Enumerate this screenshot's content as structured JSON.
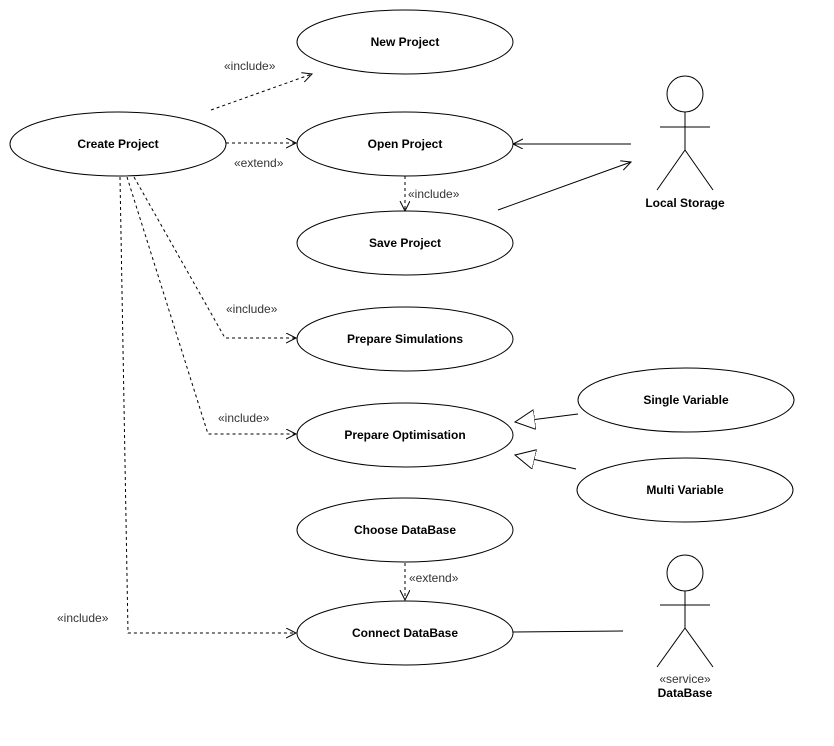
{
  "use_cases": {
    "new_project": "New Project",
    "create_project": "Create Project",
    "open_project": "Open Project",
    "save_project": "Save Project",
    "prepare_simulations": "Prepare Simulations",
    "prepare_optimisation": "Prepare Optimisation",
    "single_variable": "Single Variable",
    "multi_variable": "Multi Variable",
    "choose_database": "Choose DataBase",
    "connect_database": "Connect DataBase"
  },
  "actors": {
    "local_storage": "Local Storage",
    "database": "DataBase",
    "database_stereotype": "«service»"
  },
  "relations": {
    "include_new_project": "«include»",
    "extend_open_project": "«extend»",
    "include_save_project": "«include»",
    "include_prepare_simulations": "«include»",
    "include_prepare_optimisation": "«include»",
    "extend_choose_database": "«extend»",
    "include_connect_database": "«include»"
  }
}
